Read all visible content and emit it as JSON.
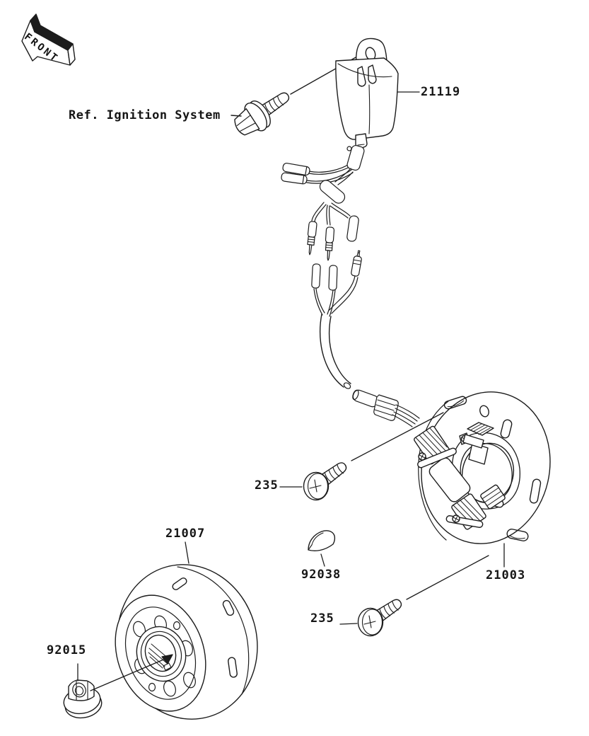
{
  "page": {
    "background": "#ffffff",
    "ink": "#1c1c1c"
  },
  "front_marker": {
    "label": "FRONT"
  },
  "labels": {
    "ref_ignition_system": "Ref. Ignition System",
    "igniter": "21119",
    "screw_stator_upper": "235",
    "flywheel": "21007",
    "woodruff_key": "92038",
    "screw_stator_lower": "235",
    "stator": "21003",
    "flywheel_nut": "92015"
  }
}
